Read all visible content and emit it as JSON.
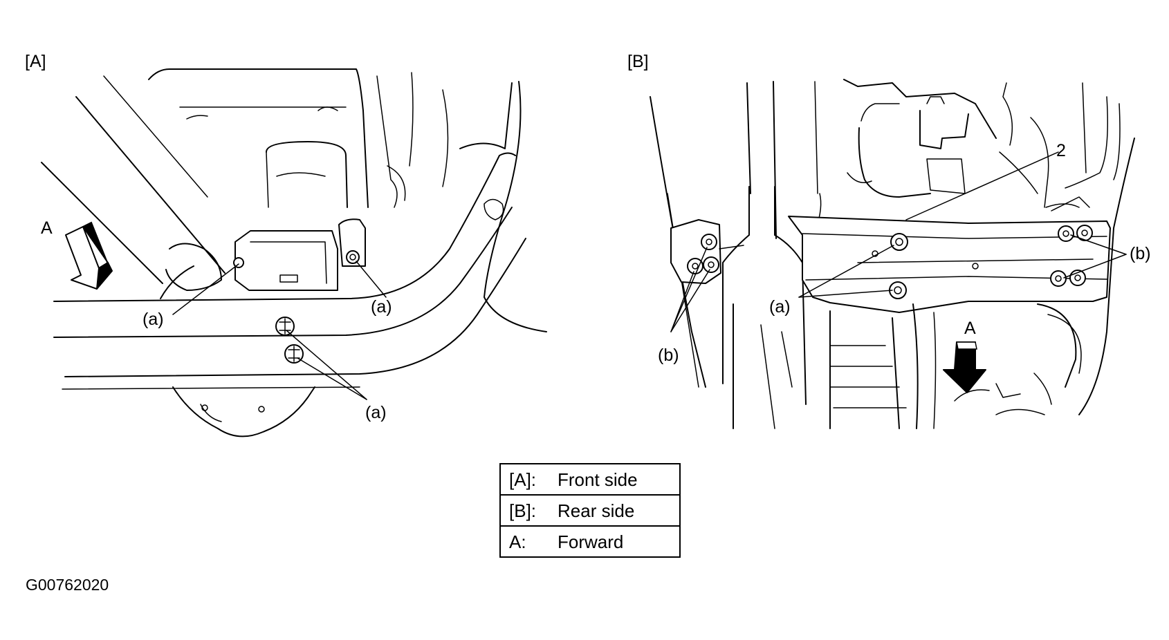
{
  "panels": [
    {
      "id": "A",
      "title": "[A]",
      "callouts": [
        "(a)",
        "(a)",
        "(a)"
      ],
      "arrow_label": "A"
    },
    {
      "id": "B",
      "title": "[B]",
      "callouts": [
        "2",
        "(a)",
        "(b)",
        "(b)"
      ],
      "arrow_label": "A"
    }
  ],
  "legend": [
    {
      "key": "[A]:",
      "value": "Front side"
    },
    {
      "key": "[B]:",
      "value": "Rear side"
    },
    {
      "key": "A:",
      "value": "Forward"
    }
  ],
  "figure_id": "G00762020"
}
